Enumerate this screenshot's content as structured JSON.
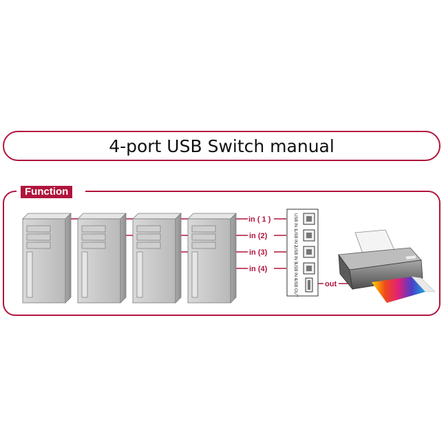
{
  "title": "4-port USB Switch manual",
  "section_label": "Function",
  "inputs": [
    {
      "label": "in ( 1 )",
      "port": "USB IN 1"
    },
    {
      "label": "in (2)",
      "port": "USB IN 2"
    },
    {
      "label": "in (3)",
      "port": "USB IN 3"
    },
    {
      "label": "in (4)",
      "port": "USB IN 4"
    }
  ],
  "output": {
    "label": "out",
    "port": "USB OUT"
  },
  "colors": {
    "accent": "#b0143c",
    "tower": "#c9c9c9",
    "printer": "#6b6b6b"
  }
}
